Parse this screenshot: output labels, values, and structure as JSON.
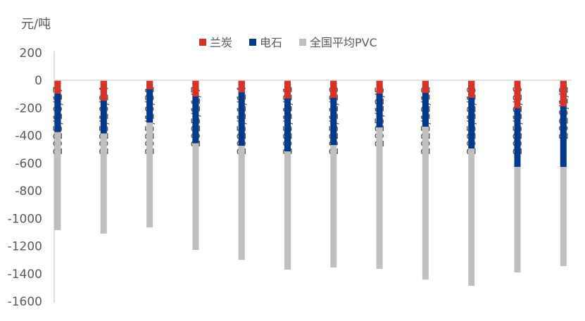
{
  "chart_data": {
    "type": "bar",
    "mode": "overlap",
    "ylabel": "元/吨",
    "ylim": [
      -1600,
      200
    ],
    "yticks": [
      200,
      0,
      -200,
      -400,
      -600,
      -800,
      -1000,
      -1200,
      -1400,
      -1600
    ],
    "legend_position": "top",
    "categories": [
      "2025/10/17",
      "2025/10/24",
      "2025/10/31",
      "2025/11/7",
      "2025/11/14",
      "2025/11/21",
      "2025/11/28",
      "2025/12/5",
      "2025/12/12",
      "2025/12/19",
      "2025/12/26",
      "2026/1/2"
    ],
    "series": [
      {
        "name": "全国平均PVC",
        "color": "#bfbfbf",
        "values": [
          -1085,
          -1110,
          -1065,
          -1228,
          -1300,
          -1371,
          -1355,
          -1365,
          -1442,
          -1488,
          -1391,
          -1345
        ]
      },
      {
        "name": "电石",
        "color": "#003a8c",
        "values": [
          -375,
          -385,
          -306,
          -456,
          -474,
          -515,
          -469,
          -341,
          -336,
          -494,
          -627,
          -627
        ]
      },
      {
        "name": "兰炭",
        "color": "#d83328",
        "values": [
          -97,
          -148,
          -66,
          -117,
          -87,
          -132,
          -127,
          -97,
          -92,
          -127,
          -204,
          -189
        ]
      }
    ],
    "legend_order": [
      2,
      1,
      0
    ]
  }
}
